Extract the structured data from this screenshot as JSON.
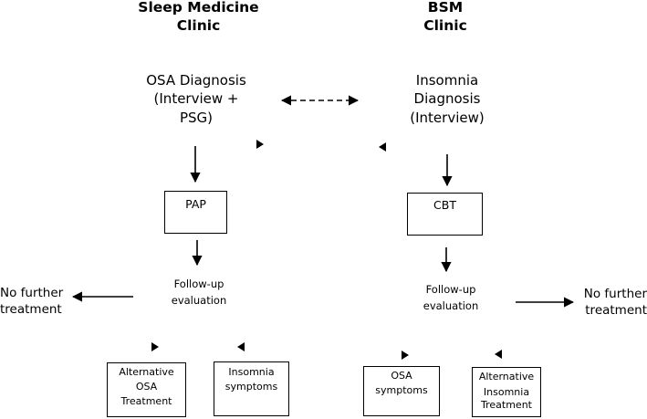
{
  "headers": {
    "left_line1": "Sleep Medicine",
    "left_line2": "Clinic",
    "right_line1": "BSM",
    "right_line2": "Clinic"
  },
  "left": {
    "diagnosis": [
      "OSA Diagnosis",
      "(Interview +",
      "PSG)"
    ],
    "treatment": "PAP",
    "followup": [
      "Follow-up",
      "evaluation"
    ],
    "no_further": [
      "No further",
      "treatment"
    ],
    "outcome1": [
      "Alternative",
      "OSA",
      "Treatment"
    ],
    "outcome2": [
      "Insomnia",
      "symptoms"
    ]
  },
  "right": {
    "diagnosis": [
      "Insomnia",
      "Diagnosis",
      "(Interview)"
    ],
    "treatment": "CBT",
    "followup": [
      "Follow-up",
      "evaluation"
    ],
    "no_further": [
      "No further",
      "treatment"
    ],
    "outcome1": [
      "OSA",
      "symptoms"
    ],
    "outcome2": [
      "Alternative",
      "Insomnia",
      "Treatment"
    ]
  }
}
